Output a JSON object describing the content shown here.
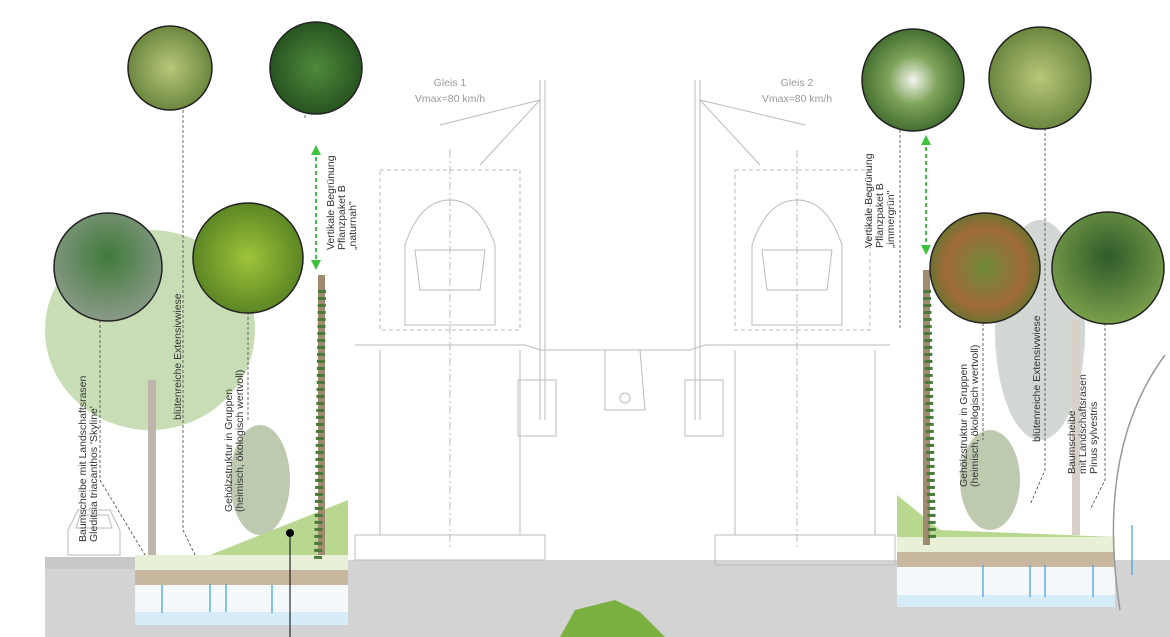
{
  "tracks": [
    {
      "name": "Gleis 1",
      "speed": "Vmax=80 km/h"
    },
    {
      "name": "Gleis 2",
      "speed": "Vmax=80 km/h"
    }
  ],
  "labels_left": {
    "tree_line1": "Baumscheibe mit Landschaftsrasen",
    "tree_line2": "Gleditsia triacanthos 'Skyline'",
    "meadow": "blütenreiche Extensivwiese",
    "shrub_line1": "Gehölzstruktur in Gruppen",
    "shrub_line2": "(heimisch, ökologisch wertvoll)",
    "green_line1": "Vertikale Begrünung",
    "green_line2": "Pflanzpaket B",
    "green_line3": "„naturnah\""
  },
  "labels_right": {
    "green_line1": "Vertikale Begrünung",
    "green_line2": "Pflanzpaket B",
    "green_line3": "„immergrün\"",
    "shrub_line1": "Gehölzstruktur in Gruppen",
    "shrub_line2": "(heimisch, ökologisch wertvoll)",
    "meadow": "blütenreiche Extensivwiese",
    "tree_line1": "Baumscheibe",
    "tree_line2": "mit Landschaftsrasen",
    "tree_line3": "Pinus sylvestris"
  },
  "colors": {
    "accent_green": "#3cc23c",
    "water_blue": "#3a9ee0",
    "soil": "#c9b8a0"
  }
}
